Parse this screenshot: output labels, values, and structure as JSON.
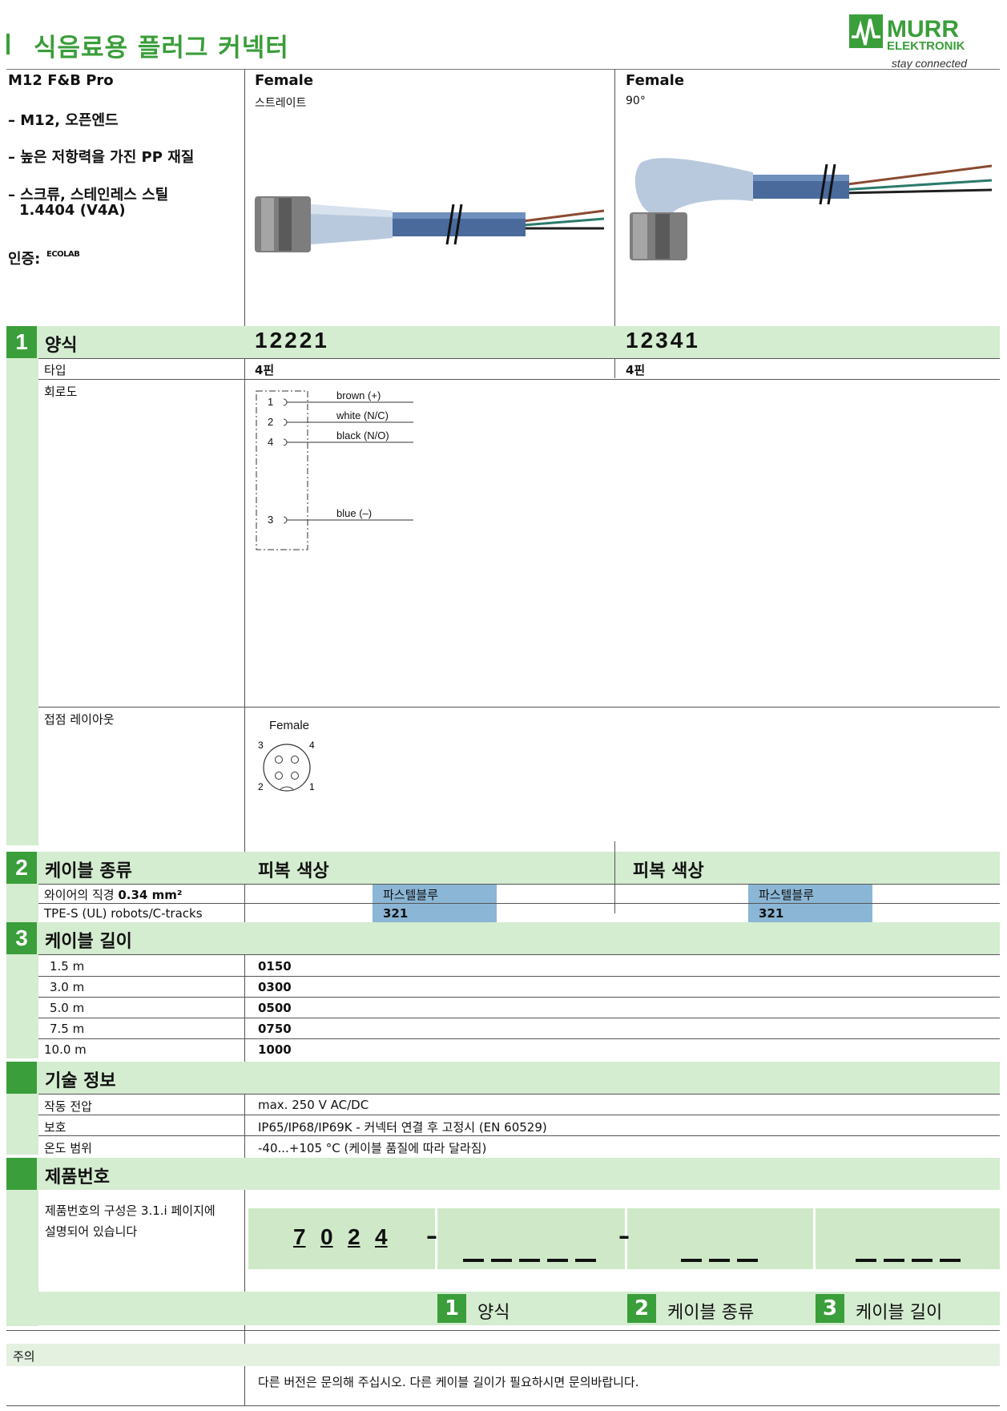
{
  "header": {
    "title": "식음료용 플러그 커넥터",
    "brand_line1": "MURR",
    "brand_line2": "ELEKTRONIK",
    "tagline": "stay connected"
  },
  "intro": {
    "product": "M12 F&B Pro",
    "features": [
      "– M12, 오픈엔드",
      "– 높은 저항력을 가진 PP 재질",
      "– 스크류, 스테인레스 스틸",
      "1.4404 (V4A)"
    ],
    "cert_label": "인증:",
    "cert_logo": "ECOLAB"
  },
  "variants": [
    {
      "gender": "Female",
      "shape": "스트레이트",
      "code": "12221",
      "pins": "4핀"
    },
    {
      "gender": "Female",
      "shape": "90°",
      "code": "12341",
      "pins": "4핀"
    }
  ],
  "section1": {
    "num": "1",
    "title": "양식",
    "type_label": "타입",
    "circuit_label": "회로도",
    "contact_label": "접점 레이아웃"
  },
  "circuit": {
    "pins": [
      "1",
      "2",
      "4",
      "3"
    ],
    "wires": [
      "brown (+)",
      "white (N/C)",
      "black (N/O)",
      "blue (–)"
    ]
  },
  "contact": {
    "title": "Female",
    "n3": "3",
    "n4": "4",
    "n2": "2",
    "n1": "1"
  },
  "section2": {
    "num": "2",
    "title": "케이블 종류",
    "col_title": "피복 색상",
    "row1_label": "와이어의 직경",
    "row1_value": "0.34 mm²",
    "row2_label": "TPE-S (UL) robots/C-tracks",
    "color_name": "파스텔블루",
    "color_code": "321"
  },
  "section3": {
    "num": "3",
    "title": "케이블 길이",
    "rows": [
      {
        "len": "1.5 m",
        "code": "0150"
      },
      {
        "len": "3.0 m",
        "code": "0300"
      },
      {
        "len": "5.0 m",
        "code": "0500"
      },
      {
        "len": "7.5 m",
        "code": "0750"
      },
      {
        "len": "10.0 m",
        "code": "1000"
      }
    ]
  },
  "tech": {
    "title": "기술 정보",
    "rows": [
      {
        "label": "작동 전압",
        "value": "max. 250 V AC/DC"
      },
      {
        "label": "보호",
        "value": "IP65/IP68/IP69K - 커넥터 연결 후 고정시 (EN 60529)"
      },
      {
        "label": "온도 범위",
        "value": "-40...+105 °C (케이블 품질에 따라 달라짐)"
      }
    ]
  },
  "part": {
    "title": "제품번호",
    "desc1": "제품번호의 구성은 3.1.i 페이지에",
    "desc2": "설명되어 있습니다",
    "prefix": [
      "7",
      "0",
      "2",
      "4"
    ],
    "dash": "–",
    "legend": [
      {
        "num": "1",
        "label": "양식"
      },
      {
        "num": "2",
        "label": "케이블 종류"
      },
      {
        "num": "3",
        "label": "케이블 길이"
      }
    ]
  },
  "note": {
    "label": "주의",
    "text": "다른 버전은 문의해 주십시오. 다른 케이블 길이가 필요하시면 문의바랍니다."
  },
  "colors": {
    "accent": "#3a9e3a",
    "light": "#d4ecd0",
    "swatch": "#8bb6d6"
  }
}
